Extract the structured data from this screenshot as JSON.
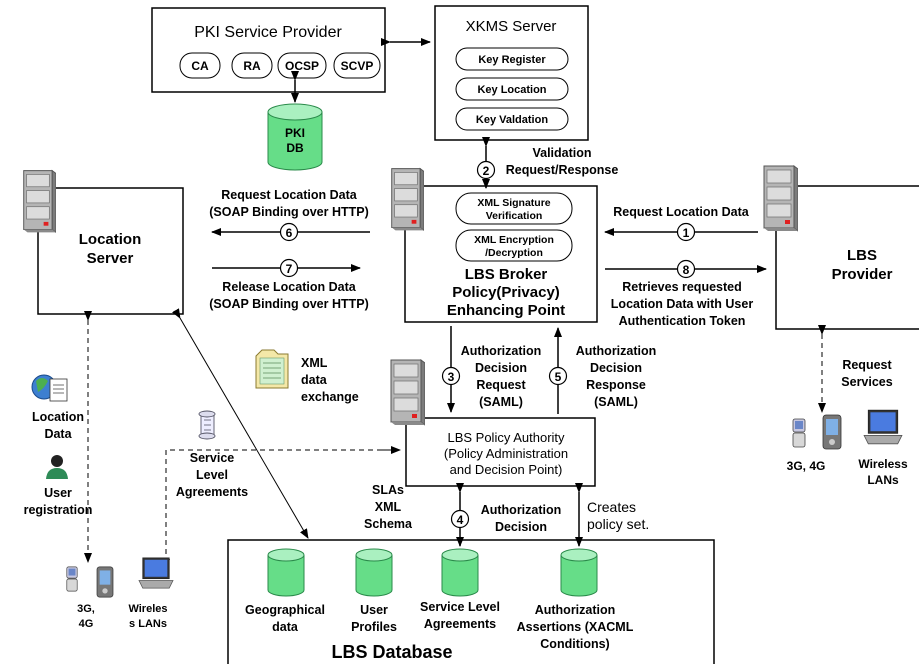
{
  "pki": {
    "title": "PKI Service Provider",
    "items": [
      "CA",
      "RA",
      "OCSP",
      "SCVP"
    ],
    "db_label": [
      "PKI",
      "DB"
    ]
  },
  "xkms": {
    "title": "XKMS Server",
    "items": [
      "Key Register",
      "Key Location",
      "Key Valdation"
    ]
  },
  "location_server": {
    "label": [
      "Location",
      "Server"
    ]
  },
  "broker": {
    "items": [
      [
        "XML Signature",
        "Verification"
      ],
      [
        "XML Encryption",
        "/Decryption"
      ]
    ],
    "label": [
      "LBS Broker",
      "Policy(Privacy)",
      "Enhancing Point"
    ]
  },
  "lbs_provider": {
    "label": [
      "LBS",
      "Provider"
    ]
  },
  "policy_authority": {
    "label": [
      "LBS Policy Authority",
      "(Policy Administration",
      "and Decision Point)"
    ]
  },
  "database": {
    "title": "LBS Database",
    "items": [
      [
        "Geographical",
        "data"
      ],
      [
        "User",
        "Profiles"
      ],
      [
        "Service Level",
        "Agreements"
      ],
      [
        "Authorization",
        "Assertions (XACML",
        "Conditions)"
      ]
    ]
  },
  "steps": {
    "s1": {
      "num": "1",
      "text": [
        "Request Location Data"
      ]
    },
    "s2": {
      "num": "2",
      "text": [
        "Validation",
        "Request/Response"
      ]
    },
    "s3": {
      "num": "3",
      "text": [
        "Authorization",
        "Decision",
        "Request",
        "(SAML)"
      ]
    },
    "s4": {
      "num": "4",
      "text": [
        "Authorization",
        "Decision"
      ]
    },
    "s5": {
      "num": "5",
      "text": [
        "Authorization",
        "Decision",
        "Response",
        "(SAML)"
      ]
    },
    "s6": {
      "num": "6",
      "text": [
        "Request Location Data",
        "(SOAP Binding over HTTP)"
      ]
    },
    "s7": {
      "num": "7",
      "text": [
        "Release Location Data",
        "(SOAP Binding over HTTP)"
      ]
    },
    "s8": {
      "num": "8",
      "text": [
        "Retrieves requested",
        "Location Data with User",
        "Authentication Token"
      ]
    }
  },
  "labels": {
    "xml_exchange": [
      "XML",
      "data",
      "exchange"
    ],
    "sla": [
      "Service",
      "Level",
      "Agreements"
    ],
    "slas_schema": [
      "SLAs",
      "XML",
      "Schema"
    ],
    "creates_policy": [
      "Creates",
      "policy set."
    ],
    "request_services": [
      "Request",
      "Services"
    ],
    "location_data": [
      "Location",
      "Data"
    ],
    "user_registration": [
      "User",
      "registration"
    ],
    "left_devices": [
      "3G,",
      "4G"
    ],
    "left_wireless": [
      "Wireles",
      "s LANs"
    ],
    "right_devices": [
      "3G, 4G"
    ],
    "right_wireless": [
      "Wireless",
      "LANs"
    ]
  },
  "colors": {
    "db_fill": "#66dd88",
    "db_top": "#aaf0c0",
    "server_gray": "#a8a8a8"
  }
}
